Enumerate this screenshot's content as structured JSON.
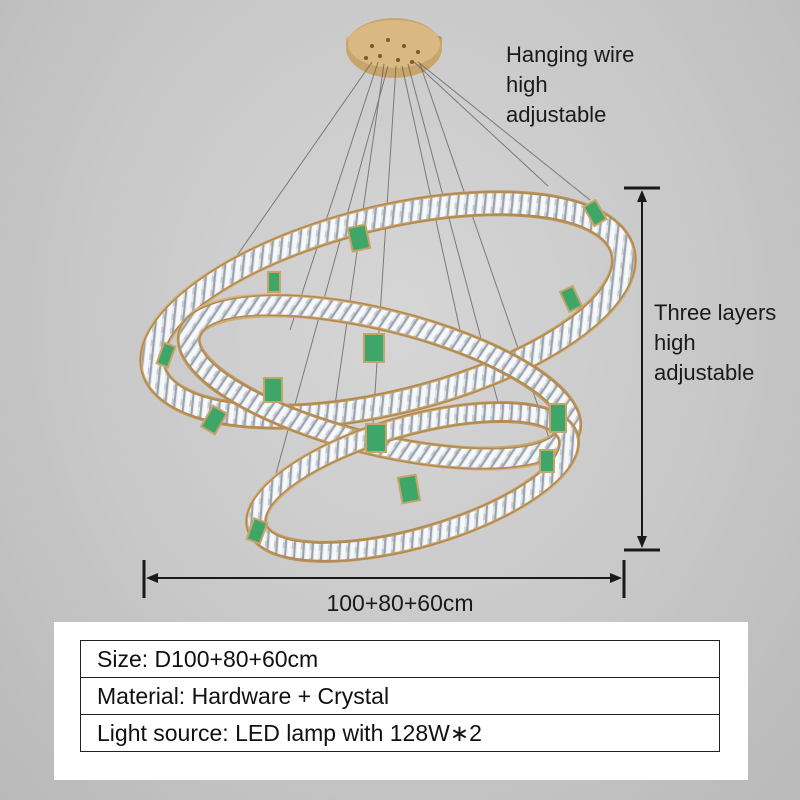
{
  "callouts": {
    "hanging_wire": [
      "Hanging wire",
      "high",
      "adjustable"
    ],
    "three_layers": [
      "Three layers",
      "high",
      "adjustable"
    ],
    "dimension": "100+80+60cm"
  },
  "specs": [
    "Size: D100+80+60cm",
    "Material: Hardware + Crystal",
    "Light source: LED lamp with 128W∗2"
  ],
  "colors": {
    "gold": "#c9a46a",
    "crystal": "#e9edf2",
    "accent_green": "#3fa66a",
    "background": "#c8c8c8"
  }
}
